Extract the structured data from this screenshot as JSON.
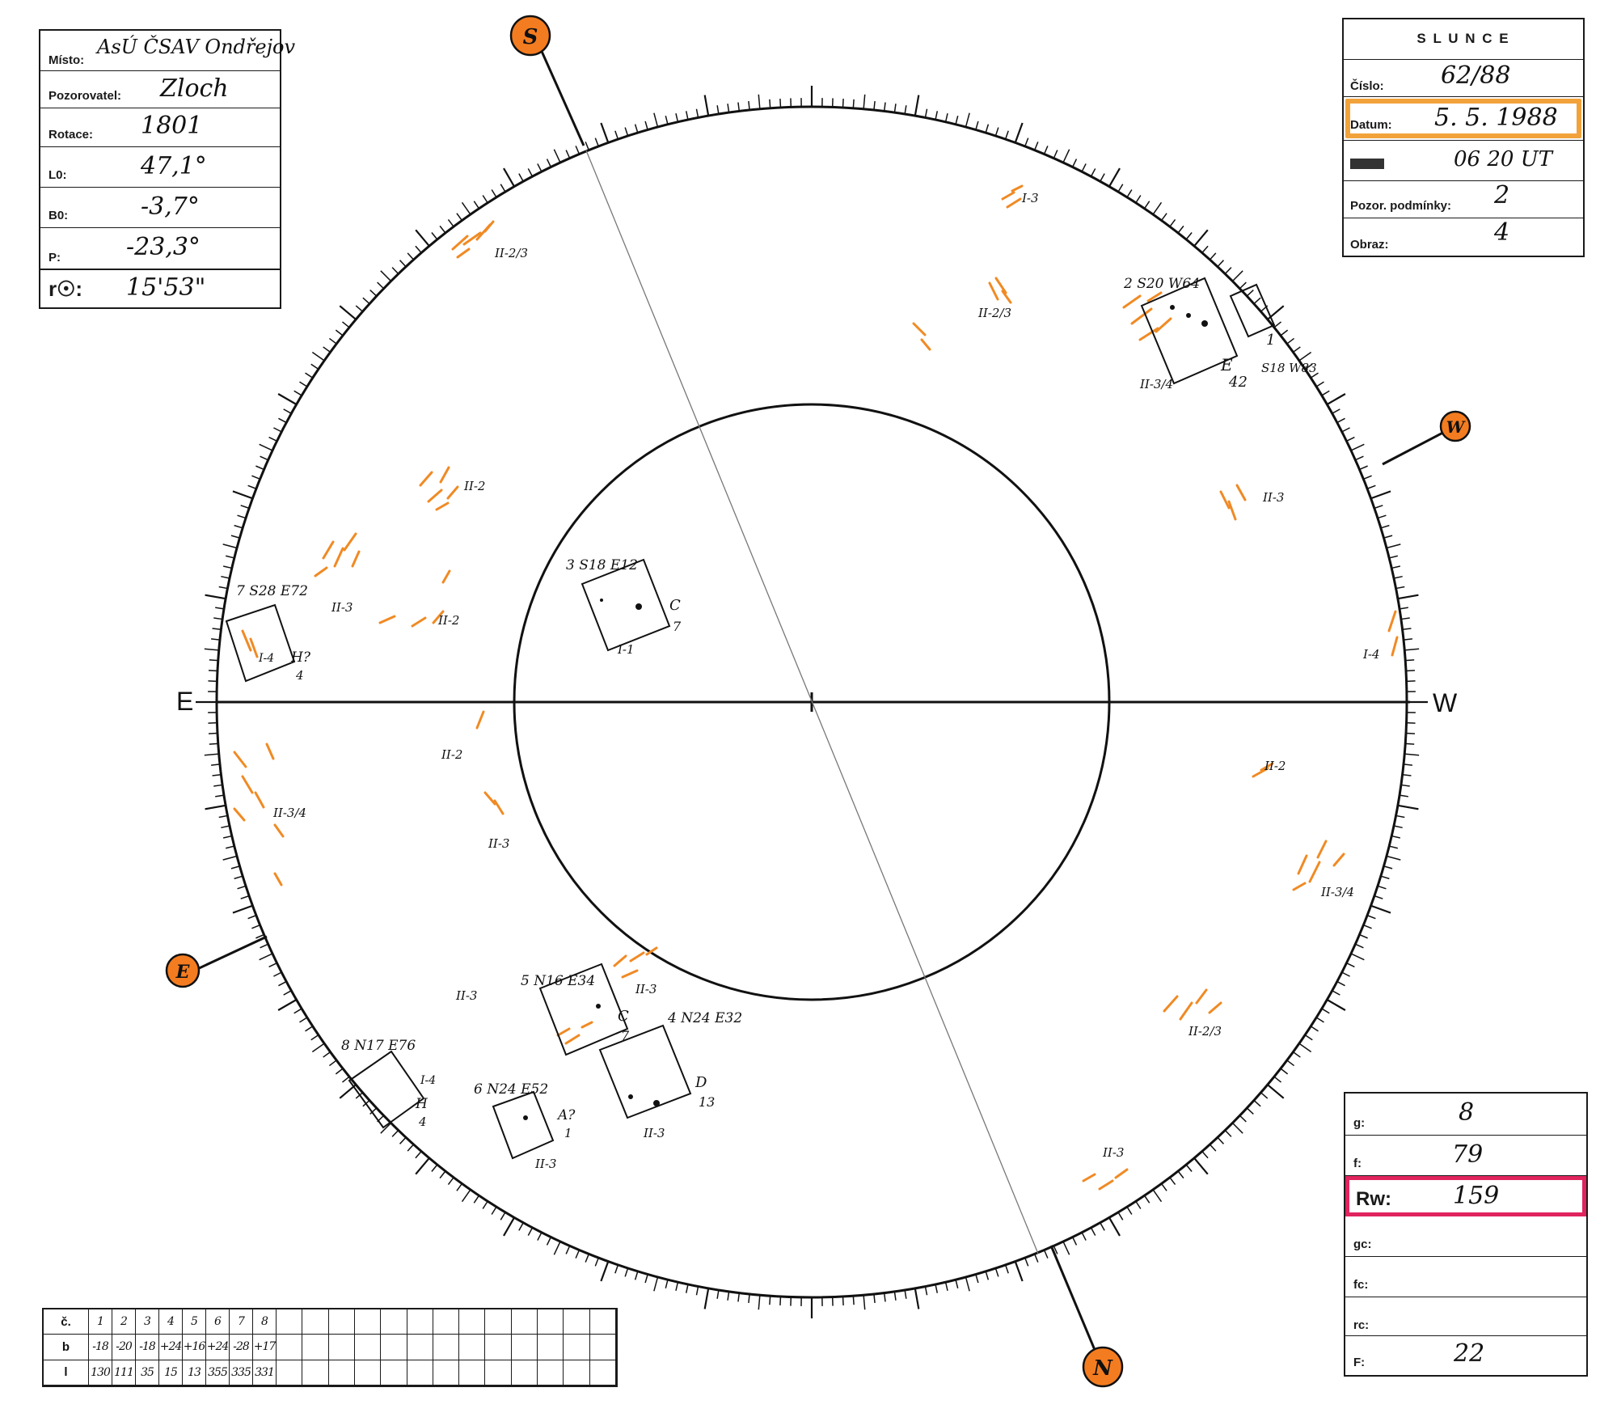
{
  "observation": {
    "misto_label": "Místo:",
    "misto_value": "AsÚ ČSAV Ondřejov",
    "pozorovatel_label": "Pozorovatel:",
    "pozorovatel_value": "Zloch",
    "rotace_label": "Rotace:",
    "rotace_value": "1801",
    "l0_label": "L0:",
    "l0_value": "47,1°",
    "b0_label": "B0:",
    "b0_value": "-3,7°",
    "p_label": "P:",
    "p_value": "-23,3°",
    "r0_label": "r☉:",
    "r0_value": "15'53\""
  },
  "slunce": {
    "title": "S L U N C E",
    "cislo_label": "Číslo:",
    "cislo_value": "62/88",
    "datum_label": "Datum:",
    "datum_value": "5. 5. 1988",
    "cas_value": "06 20 UT",
    "pozor_label": "Pozor. podmínky:",
    "pozor_value": "2",
    "obraz_label": "Obraz:",
    "obraz_value": "4",
    "highlight_color": "#f2a23a"
  },
  "stats": {
    "g_label": "g:",
    "g_value": "8",
    "f_label": "f:",
    "f_value": "79",
    "rw_label": "Rw:",
    "rw_value": "159",
    "gc_label": "gc:",
    "fc_label": "fc:",
    "rc_label": "rc:",
    "F_label": "F:",
    "F_value": "22",
    "rw_color": "#e0245e"
  },
  "compass": {
    "S": "S",
    "N": "N",
    "W_badge": "W",
    "E_badge": "E",
    "E_axis": "E",
    "W_axis": "W",
    "badge_color": "#f47c20"
  },
  "groups_table": {
    "row_labels": [
      "č.",
      "b",
      "l"
    ],
    "numbers": [
      "1",
      "2",
      "3",
      "4",
      "5",
      "6",
      "7",
      "8"
    ],
    "b": [
      "-18",
      "-20",
      "-18",
      "+24",
      "+16",
      "+24",
      "-28",
      "+17"
    ],
    "l": [
      "130",
      "111",
      "35",
      "15",
      "13",
      "355",
      "335",
      "331"
    ]
  },
  "annotations": {
    "g1_num": "1",
    "g1_pos": "S18 W83",
    "g2": "2 S20 W64",
    "g2_class": "E",
    "g2_area": "42",
    "g2_fac": "II-3/4",
    "g3": "3 S18 E12",
    "g3_class": "C",
    "g3_area": "7",
    "g3_fac": "I-1",
    "g4": "4 N24 E32",
    "g4_class": "D",
    "g4_area": "13",
    "g4_fac": "II-3",
    "g5": "5 N16 E34",
    "g5_class": "C",
    "g5_area": "7",
    "g5_fac": "II-3",
    "g6": "6 N24 E52",
    "g6_class": "A?",
    "g6_area": "1",
    "g6_fac": "II-3",
    "g7": "7 S28 E72",
    "g7_class": "H?",
    "g7_area": "4",
    "g7_fac": "I-4",
    "g8": "8 N17 E76",
    "g8_class": "H",
    "g8_area": "4",
    "g8_fac": "I-4",
    "fac_a": "I-3",
    "fac_b": "II-2/3",
    "fac_c": "II-2/3",
    "fac_d": "II-2",
    "fac_e": "II-3",
    "fac_f": "II-2",
    "fac_g": "II-3",
    "fac_h": "II-3/4",
    "fac_i": "II-2",
    "fac_j": "II-3",
    "fac_k": "II-3",
    "fac_l": "I-4",
    "fac_m": "II-2",
    "fac_n": "II-3/4",
    "fac_o": "II-2/3",
    "fac_p": "II-3"
  }
}
